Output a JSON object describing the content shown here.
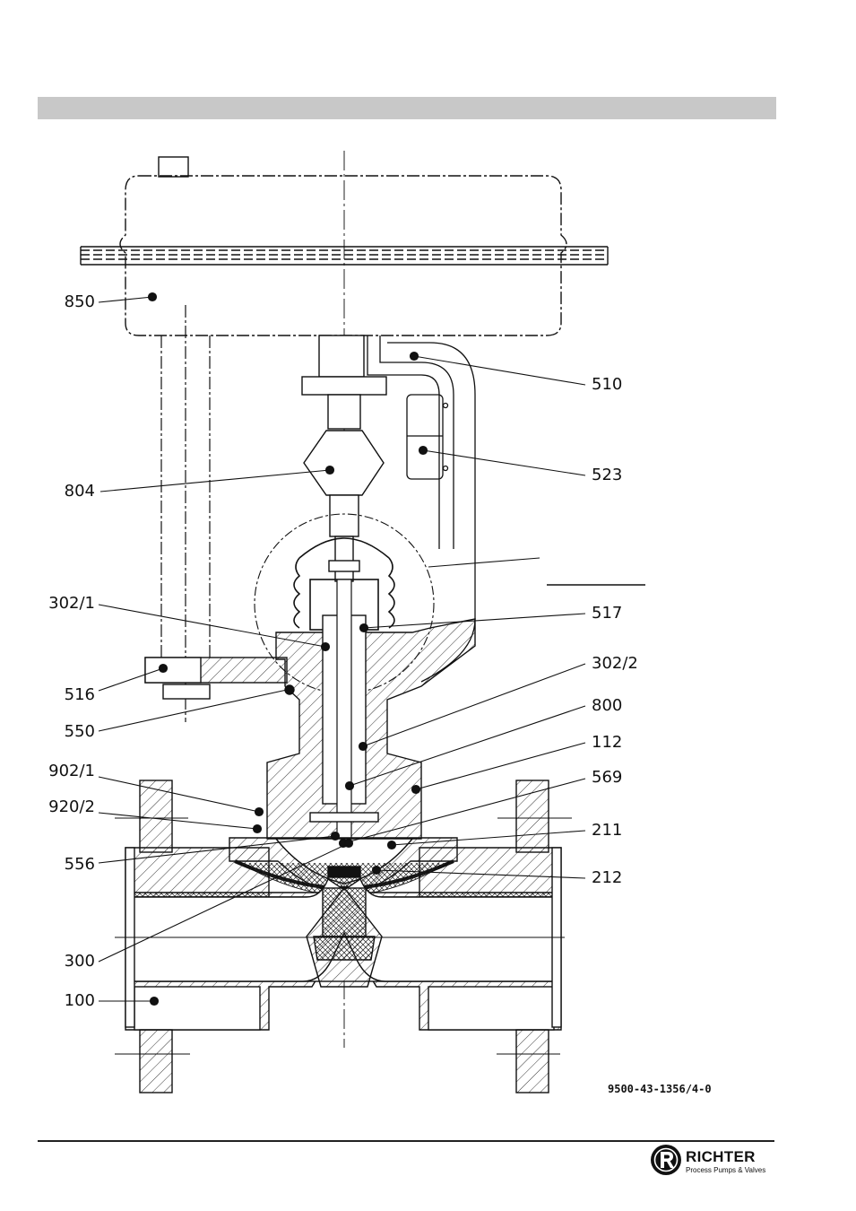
{
  "labels": {
    "l850": "850",
    "l510": "510",
    "l523": "523",
    "l804": "804",
    "l302_1": "302/1",
    "l517": "517",
    "l302_2": "302/2",
    "l516": "516",
    "l550": "550",
    "l800": "800",
    "l112": "112",
    "l902_1": "902/1",
    "l569": "569",
    "l920_2": "920/2",
    "l211": "211",
    "l556": "556",
    "l212": "212",
    "l300": "300",
    "l100": "100"
  },
  "drawing_number": "9500-43-1356/4-0",
  "logo": {
    "name": "RICHTER",
    "tagline": "Process Pumps & Valves",
    "icon": "richter-r-logo-icon"
  },
  "colors": {
    "header_bar": "#c8c8c8",
    "line": "#111111"
  }
}
